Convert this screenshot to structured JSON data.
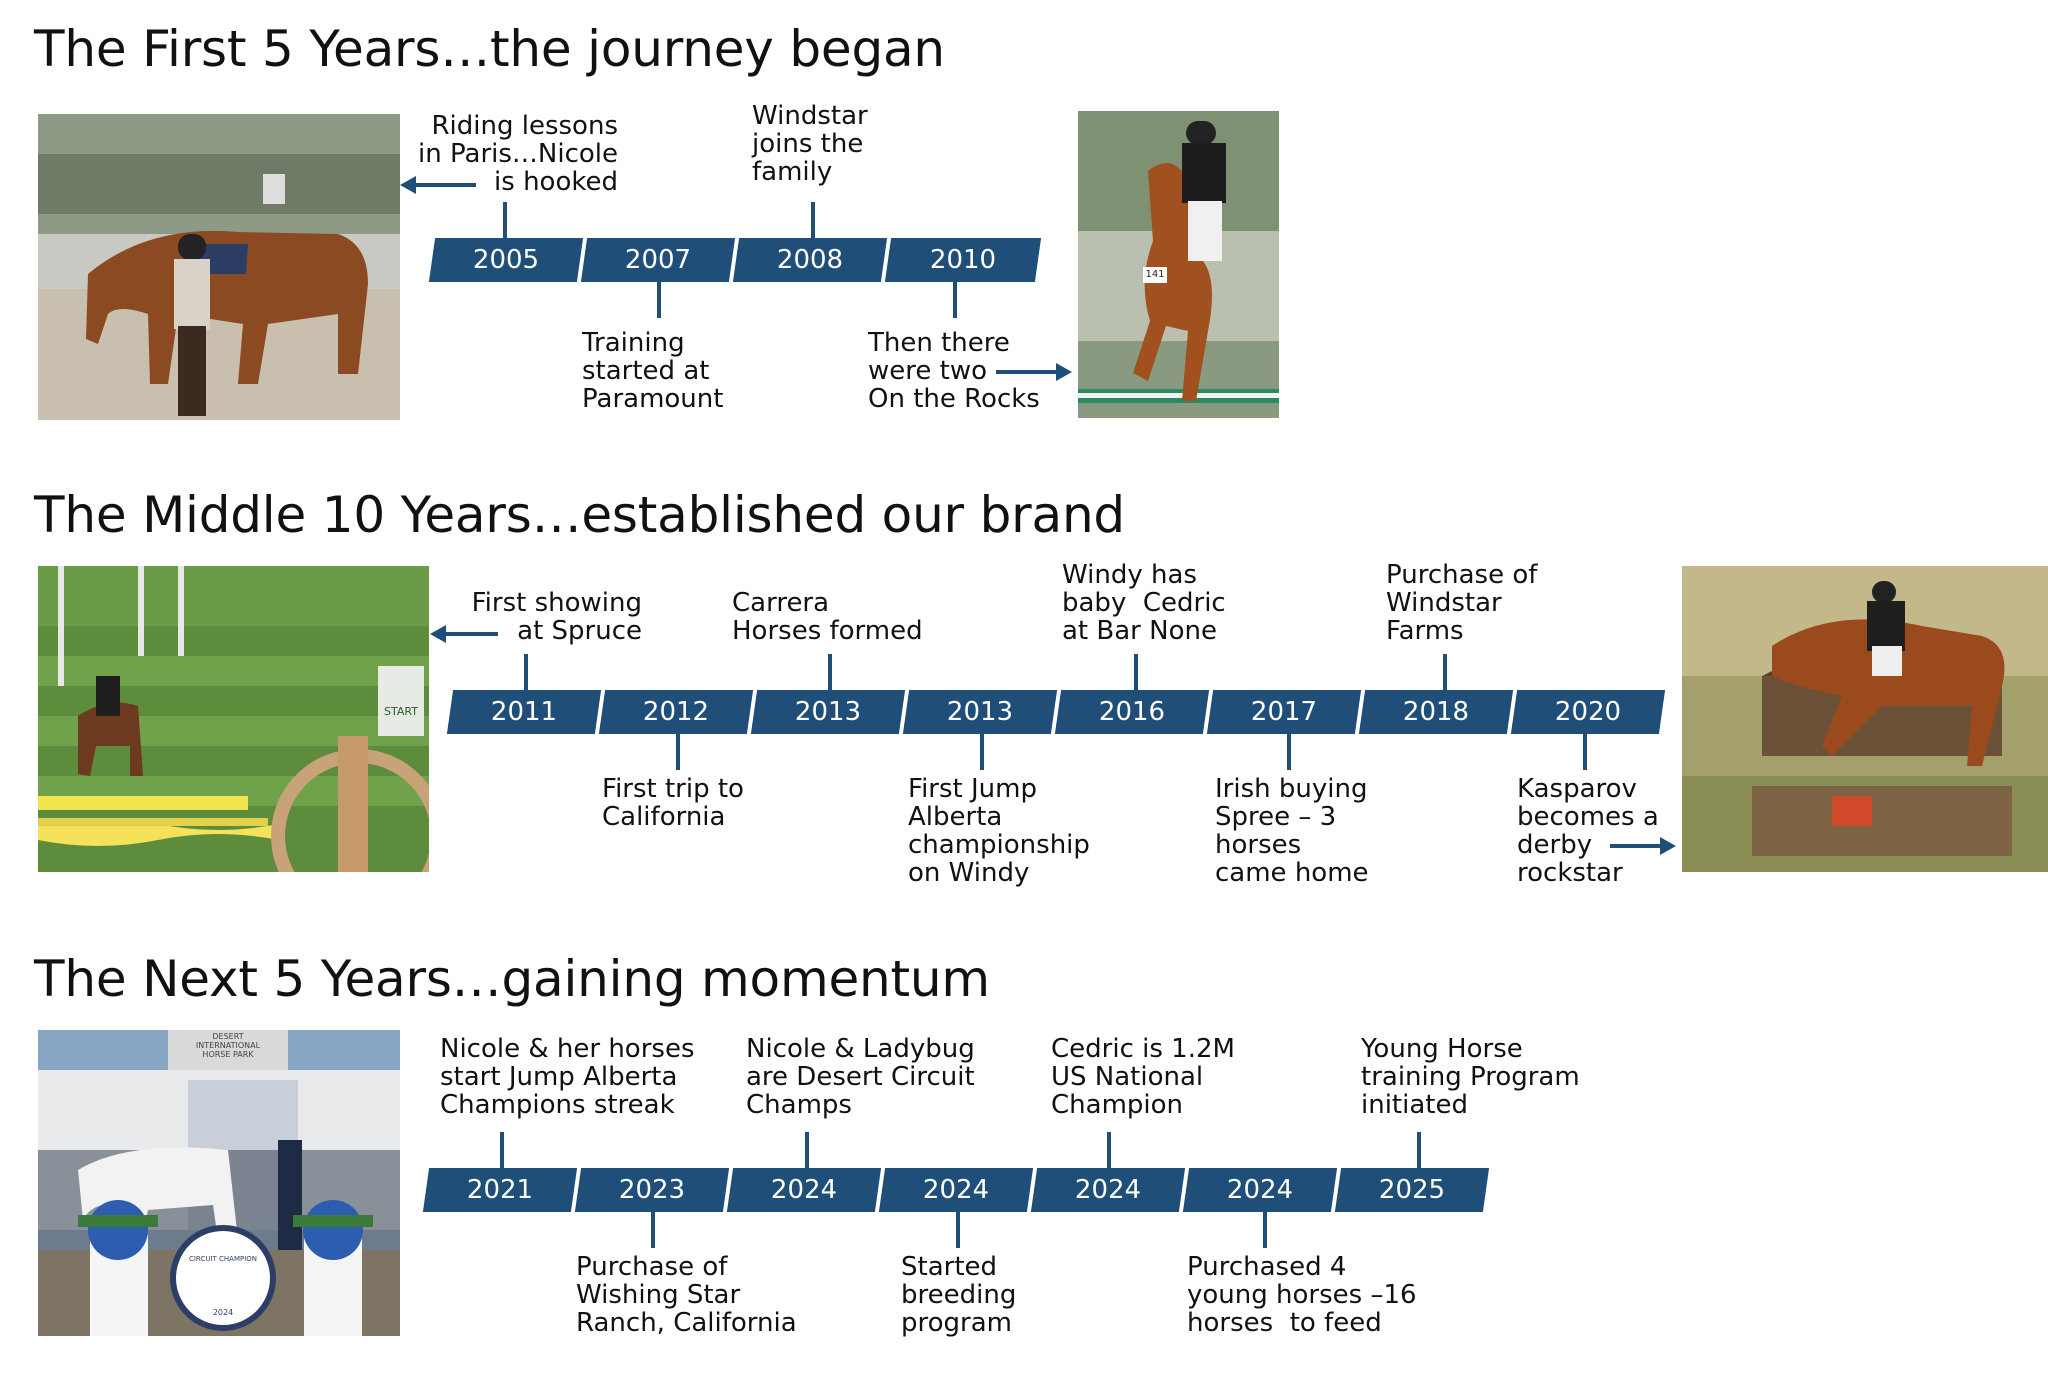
{
  "sections": [
    {
      "title": "The First 5 Years…the journey began",
      "years": [
        "2005",
        "2007",
        "2008",
        "2010"
      ],
      "notes": [
        "Riding lessons\nin Paris…Nicole\nis hooked",
        "Training\nstarted at\nParamount",
        "Windstar\njoins the\nfamily",
        "Then there\nwere two\nOn the Rocks"
      ]
    },
    {
      "title": "The Middle 10 Years…established our brand",
      "years": [
        "2011",
        "2012",
        "2013",
        "2013",
        "2016",
        "2017",
        "2018",
        "2020"
      ],
      "notes": [
        "First showing\nat Spruce",
        "First trip to\nCalifornia",
        "Carrera\nHorses formed",
        "First Jump\nAlberta\nchampionship\non Windy",
        "Windy has\nbaby  Cedric\nat Bar None",
        "Irish buying\nSpree – 3\nhorses\ncame home",
        "Purchase of\nWindstar\nFarms",
        "Kasparov\nbecomes a\nderby\nrockstar"
      ]
    },
    {
      "title": "The Next 5 Years…gaining momentum",
      "years": [
        "2021",
        "2023",
        "2024",
        "2024",
        "2024",
        "2024",
        "2025"
      ],
      "notes": [
        "Nicole & her horses\nstart Jump Alberta\nChampions streak",
        "Purchase of\nWishing Star\nRanch, California",
        "Nicole & Ladybug\nare Desert Circuit\nChamps",
        "Started\nbreeding\nprogram",
        "Cedric is 1.2M\nUS National\nChampion",
        "Purchased 4\nyoung horses –16\nhorses  to feed",
        "Young Horse\ntraining Program\ninitiated"
      ]
    }
  ],
  "photo_signs": {
    "start_sign": "START",
    "desert_sign": "DESERT\nINTERNATIONAL\nHORSE PARK",
    "circuit_champion": "CIRCUIT CHAMPION",
    "circuit_year": "2024",
    "bib_number": "141"
  },
  "colors": {
    "band": "#1f4e79",
    "band_text": "#ffffff"
  },
  "icons": [
    "left-arrow-icon",
    "right-arrow-icon"
  ]
}
